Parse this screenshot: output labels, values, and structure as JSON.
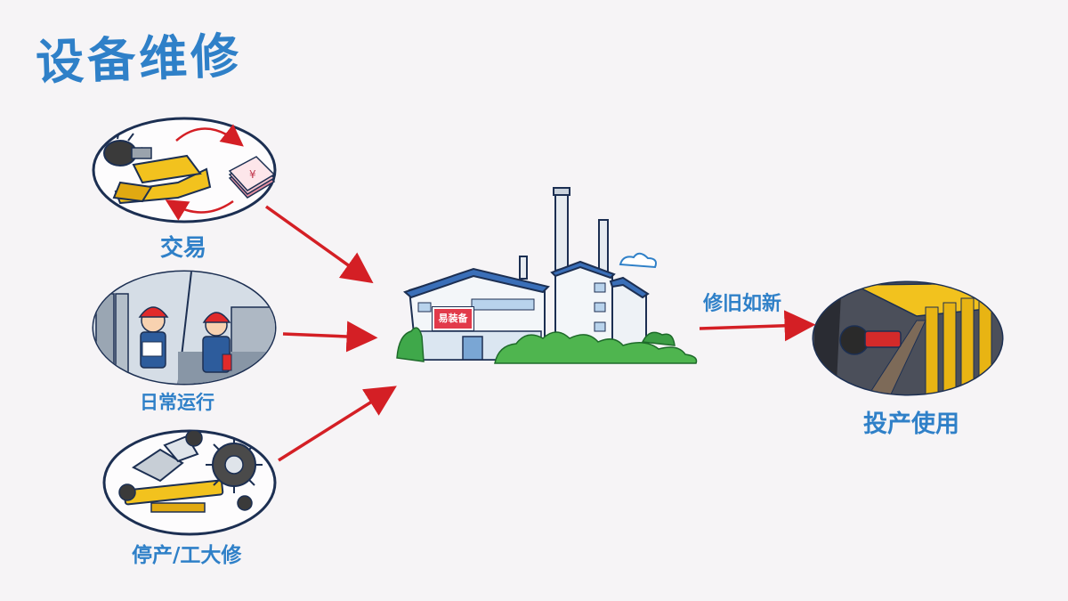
{
  "title": "设备维修",
  "nodes": {
    "trade": "交易",
    "daily": "日常运行",
    "overhaul": "停产/工大修",
    "use": "投产使用"
  },
  "edge_label": "修旧如新",
  "factory_sign": "易装备",
  "money_symbol": "¥",
  "colors": {
    "accent_blue": "#2f80c8",
    "arrow_red": "#d41f25",
    "machine_yellow": "#f2c21e"
  }
}
